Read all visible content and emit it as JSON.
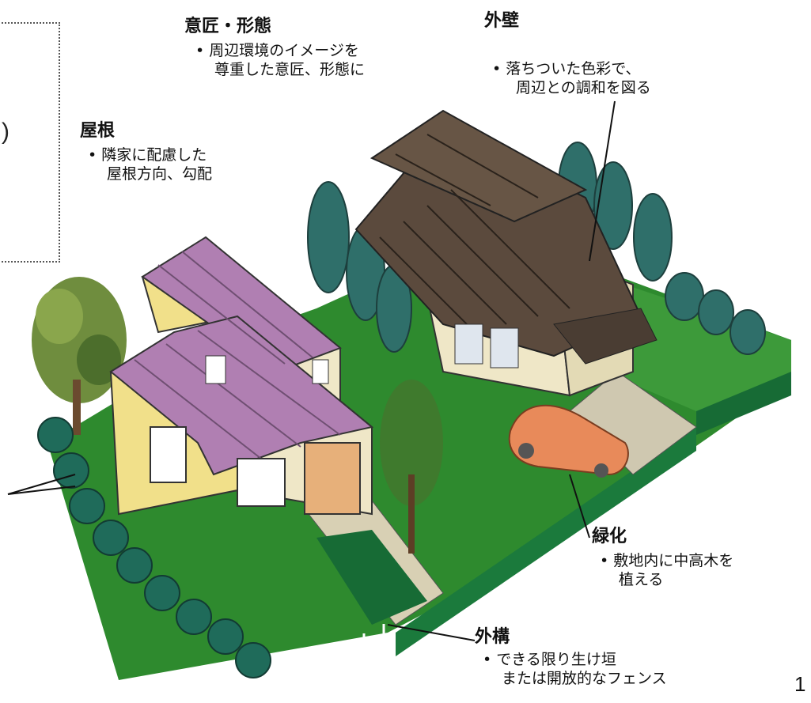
{
  "callouts": {
    "design": {
      "heading": "意匠・形態",
      "lines": [
        "• 周辺環境のイメージを",
        "尊重した意匠、形態に"
      ]
    },
    "wall": {
      "heading": "外壁",
      "lines": [
        "• 落ちついた色彩で、",
        "周辺との調和を図る"
      ]
    },
    "roof": {
      "heading": "屋根",
      "lines": [
        "• 隣家に配慮した",
        "屋根方向、勾配"
      ]
    },
    "greening": {
      "heading": "緑化",
      "lines": [
        "• 敷地内に中高木を",
        "植える"
      ]
    },
    "exterior": {
      "heading": "外構",
      "lines": [
        "• できる限り生け垣",
        "または開放的なフェンス"
      ]
    }
  },
  "left_box": {
    "paren": ")"
  },
  "page_number": "1",
  "colors": {
    "lawn": "#2e8a2e",
    "hedge": "#176b35",
    "tree": "#2f6f6a",
    "wall_yellow": "#f1e08a",
    "wall_beige": "#efe7c7",
    "roof_purple": "#b07fb2",
    "roof_brown": "#5b4a3d",
    "car": "#e88a5a",
    "paving": "#d8d0b4"
  }
}
